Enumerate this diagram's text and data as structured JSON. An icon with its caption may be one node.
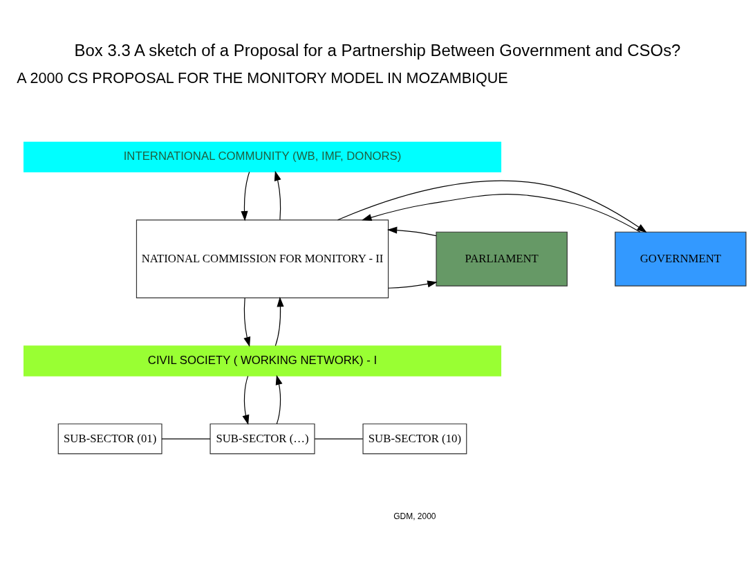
{
  "diagram": {
    "title": "Box 3.3 A sketch of a Proposal for a Partnership Between Government and CSOs?",
    "nodes": [
      {
        "text": [
          "INTERNATIONAL COMMUNITY (WB, IMF, DONORS)"
        ]
      },
      {
        "text": [
          "GOVERNMENT"
        ]
      },
      {
        "text": [
          "NATIONAL COMMISSION FOR MONITORY - II"
        ]
      },
      {
        "text": [
          "PARLIAMENT"
        ]
      },
      {
        "text": [
          "CIVIL SOCIETY ( WORKING NETWORK) - I"
        ]
      },
      {
        "text": [
          "SUB-SECTOR (01)"
        ]
      },
      {
        "text": [
          "SUB-SECTOR (…)"
        ]
      },
      {
        "text": [
          "SUB-SECTOR (10)"
        ]
      }
    ],
    "edges": [
      {
        "from": 0,
        "to": 2,
        "arrow": "to"
      },
      {
        "from": 2,
        "to": 0,
        "arrow": "to"
      },
      {
        "from": 1,
        "to": 2,
        "arrow": "to"
      },
      {
        "from": 2,
        "to": 1,
        "arrow": "to"
      },
      {
        "from": 2,
        "to": 3,
        "arrow": "to"
      },
      {
        "from": 3,
        "to": 2,
        "arrow": "to"
      },
      {
        "from": 2,
        "to": 4,
        "arrow": "to"
      },
      {
        "from": 4,
        "to": 2,
        "arrow": "to"
      },
      {
        "from": 4,
        "to": 6,
        "arrow": "to"
      },
      {
        "from": 6,
        "to": 4,
        "arrow": "to"
      },
      {
        "from": 5,
        "to": 6,
        "arrow": "none"
      },
      {
        "from": 6,
        "to": 7,
        "arrow": "none"
      }
    ],
    "labels": [
      "A 2000 CS PROPOSAL FOR THE MONITORY MODEL IN MOZAMBIQUE",
      "GDM, 2000"
    ]
  }
}
